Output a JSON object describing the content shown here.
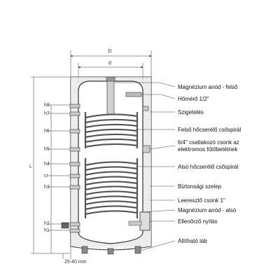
{
  "dimensions": {
    "D": "D",
    "d": "d",
    "L": "L",
    "h8": "h8",
    "h7": "h7",
    "h6": "h6",
    "h5": "h5",
    "h4": "h4",
    "cr": "cr",
    "h3": "h3",
    "h2": "h2",
    "h1": "h1",
    "foot_gap": "25-40 mm"
  },
  "labels": [
    "Magnézium anód - felső",
    "Hőmérő 1/2\"",
    "Szigetelés",
    "Felső hőcserélő csőspirál",
    "6/4\" csatlakozó csonk az",
    "elektromos fűtőbetétnek",
    "Alsó hőcserélő csőspirál",
    "Biztonsági szelep",
    "Leeresztő csonk 1\"",
    "Magnézium anód - alsó",
    "Ellenőrző nyílás",
    "Állítható láb"
  ],
  "colors": {
    "insulation": "#e6e6e6",
    "tank_inner": "#ffffff",
    "coil": "#555555",
    "line": "#333333",
    "anode": "#c8c8c8",
    "callout": "#444444"
  }
}
